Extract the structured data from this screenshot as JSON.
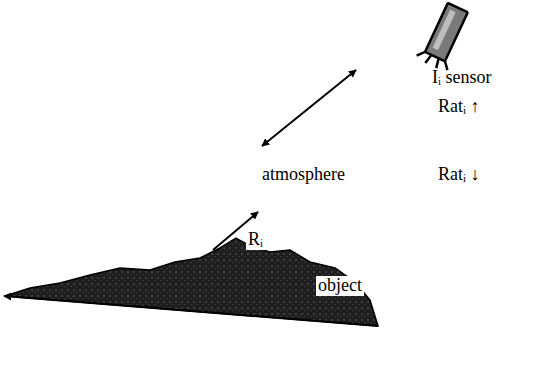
{
  "diagram": {
    "labels": [
      "Iᵢ sensor",
      "Ratᵢ ↑",
      "atmosphere",
      "Ratᵢ ↓",
      "Rᵢ",
      "object"
    ]
  }
}
